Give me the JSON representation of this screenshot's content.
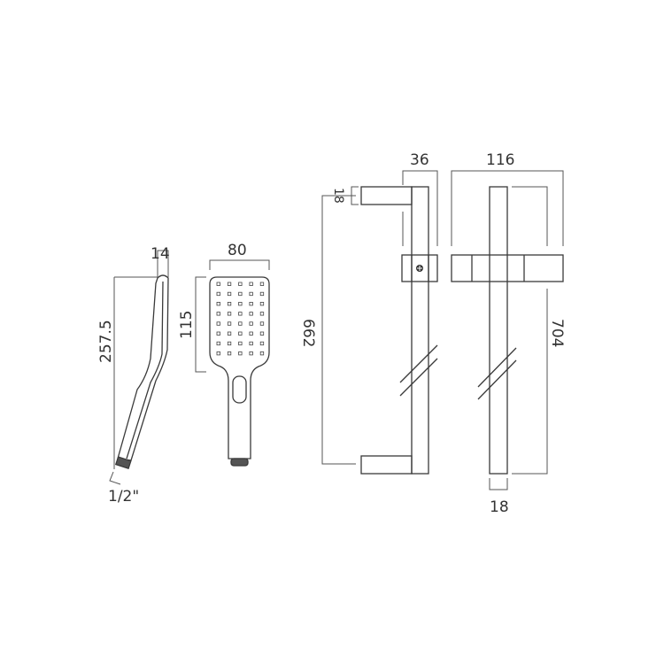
{
  "dimensions": {
    "handset_length": "257.5",
    "handset_depth": "14",
    "thread": "1/2\"",
    "head_width": "80",
    "head_height": "115",
    "bracket_height": "18",
    "bracket_spacing": "662",
    "projection": "36",
    "slider_width": "116",
    "rail_length": "704",
    "rail_width": "18"
  },
  "colors": {
    "line": "#3a3a3a",
    "background": "#ffffff"
  }
}
